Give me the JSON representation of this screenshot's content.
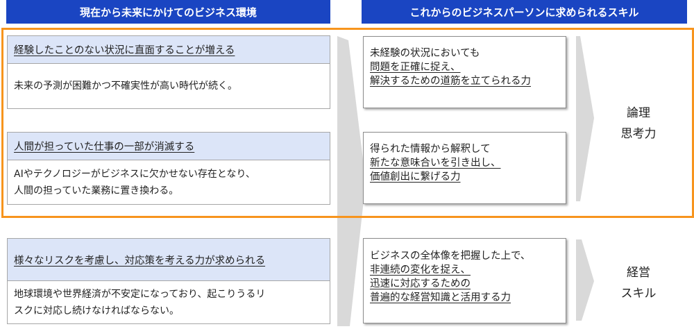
{
  "headers": {
    "left": "現在から未来にかけてのビジネス環境",
    "right": "これからのビジネスパーソンに求められるスキル"
  },
  "environment": [
    {
      "title": "経験したことのない状況に直面することが増える",
      "body": [
        "未来の予測が困難かつ不確実性が高い時代が続く。"
      ]
    },
    {
      "title": "人間が担っていた仕事の一部が消滅する",
      "body": [
        "AIやテクノロジーがビジネスに欠かせない存在となり、",
        "人間の担っていた業務に置き換わる。"
      ]
    },
    {
      "title": "様々なリスクを考慮し、対応策を考える力が求められる",
      "body": [
        "地球環境や世界経済が不安定になっており、起こりうるリ",
        "スクに対応し続けなければならない。"
      ]
    }
  ],
  "skills_detail": [
    {
      "plain": "未経験の状況においても",
      "underlined": [
        "問題を正確に捉え、",
        "解決するための道筋を立てられる力"
      ]
    },
    {
      "plain": "得られた情報から解釈して",
      "underlined": [
        "新たな意味合いを引き出し、",
        "価値創出に繋げる力"
      ]
    },
    {
      "plain": "ビジネスの全体像を把握した上で、",
      "underlined": [
        "非連続の変化を捉え、",
        "迅速に対応するための",
        "普遍的な経営知識と活用する力"
      ]
    }
  ],
  "skills": [
    {
      "lines": [
        "論理",
        "思考力"
      ]
    },
    {
      "lines": [
        "経営",
        "スキル"
      ]
    }
  ],
  "colors": {
    "header": "#1a45c2",
    "highlight_border": "#f7941d",
    "title_bg": "#dce5f8",
    "arrow": "#d9d9d9"
  }
}
